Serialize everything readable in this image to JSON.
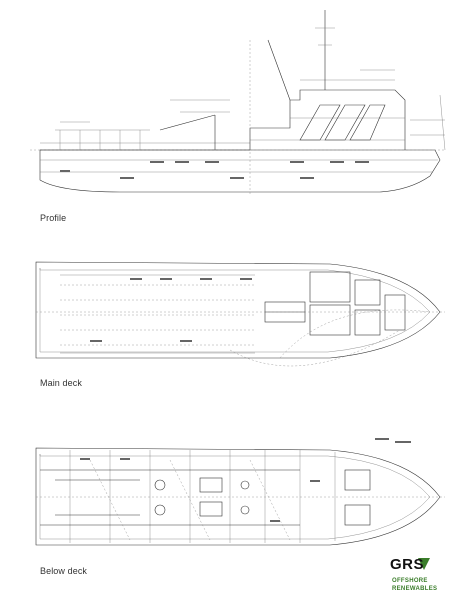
{
  "captions": {
    "profile": "Profile",
    "main_deck": "Main deck",
    "below_deck": "Below deck"
  },
  "logo": {
    "name": "GRS",
    "line1": "OFFSHORE",
    "line2": "RENEWABLES",
    "accent_color": "#3a7d2a"
  }
}
